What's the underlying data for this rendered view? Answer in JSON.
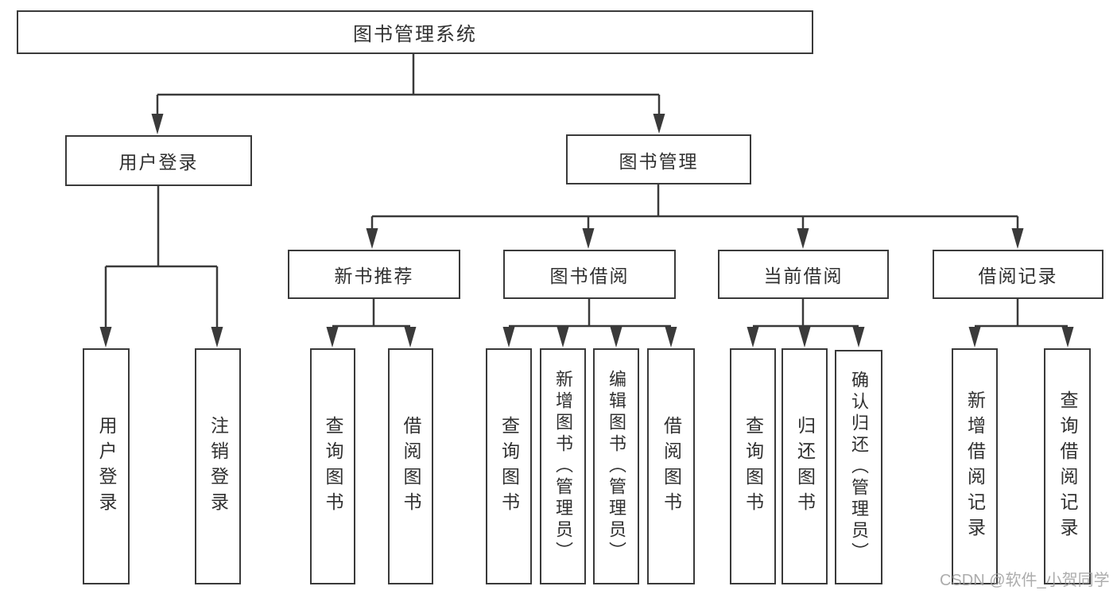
{
  "nodes": {
    "root": "图书管理系统",
    "level2": [
      {
        "label": "用户登录"
      },
      {
        "label": "图书管理"
      }
    ],
    "level3": [
      {
        "label": "新书推荐"
      },
      {
        "label": "图书借阅"
      },
      {
        "label": "当前借阅"
      },
      {
        "label": "借阅记录"
      }
    ],
    "leaves": {
      "user_login": [
        "用户登录",
        "注销登录"
      ],
      "new_books": [
        "查询图书",
        "借阅图书"
      ],
      "book_borrow": [
        "查询图书",
        "新增图书（管理员）",
        "编辑图书（管理员）",
        "借阅图书"
      ],
      "current_borrow": [
        "查询图书",
        "归还图书",
        "确认归还（管理员）"
      ],
      "borrow_records": [
        "新增借阅记录",
        "查询借阅记录"
      ]
    }
  },
  "watermark": {
    "text": "CSDN @软件_小贺同学"
  },
  "colors": {
    "line": "#3a3a3a",
    "text": "#303030",
    "watermark": "#9e9e9e",
    "background": "#ffffff"
  }
}
